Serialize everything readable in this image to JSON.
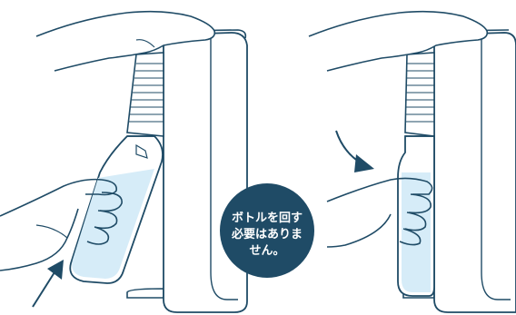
{
  "colors": {
    "outline": "#1f4b66",
    "badge_bg": "#1f4b66",
    "water": "#d6ecf8",
    "arrow": "#1f4b66",
    "background": "#ffffff"
  },
  "badge": {
    "line1": "ボトルを回す",
    "line2": "必要はありま",
    "line3": "せん。"
  }
}
